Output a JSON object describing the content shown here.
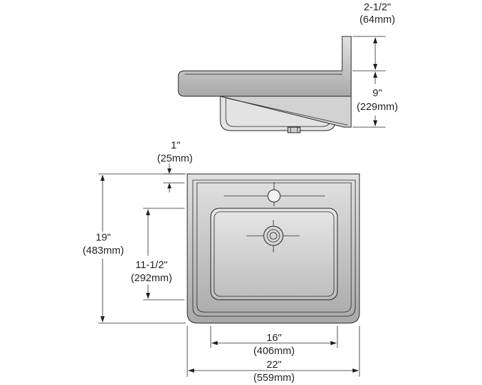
{
  "colors": {
    "line": "#231f20",
    "sink_face": "#c8c8c8",
    "sink_inner": "#dcdcdc",
    "background": "#ffffff"
  },
  "dimensions": {
    "backsplash_height": {
      "imperial": "2-1/2\"",
      "metric": "(64mm)"
    },
    "side_height": {
      "imperial": "9\"",
      "metric": "(229mm)"
    },
    "rim_offset": {
      "imperial": "1\"",
      "metric": "(25mm)"
    },
    "overall_depth": {
      "imperial": "19\"",
      "metric": "(483mm)"
    },
    "bowl_depth": {
      "imperial": "11-1/2\"",
      "metric": "(292mm)"
    },
    "bowl_width": {
      "imperial": "16\"",
      "metric": "(406mm)"
    },
    "overall_width": {
      "imperial": "22\"",
      "metric": "(559mm)"
    }
  }
}
